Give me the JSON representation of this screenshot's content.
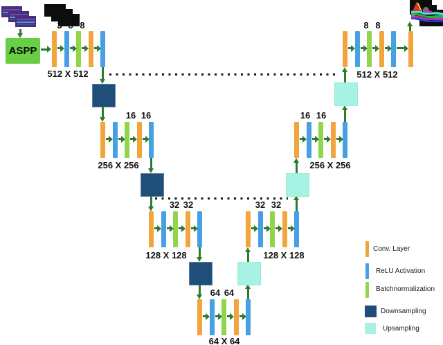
{
  "aspp": {
    "label": "ASPP"
  },
  "encoder": {
    "block1": {
      "channels": [
        "3",
        "8",
        "8"
      ],
      "size": "512 X 512"
    },
    "block2": {
      "channels": [
        "16",
        "16"
      ],
      "size": "256 X 256"
    },
    "block3": {
      "channels": [
        "32",
        "32"
      ],
      "size": "128 X 128"
    }
  },
  "bottleneck": {
    "channels": [
      "64",
      "64"
    ],
    "size": "64 X 64"
  },
  "decoder": {
    "block3": {
      "channels": [
        "32",
        "32"
      ],
      "size": "128 X 128"
    },
    "block2": {
      "channels": [
        "16",
        "16"
      ],
      "size": "256 X 256"
    },
    "block1": {
      "channels": [
        "8",
        "8"
      ],
      "size": "512 X 512"
    }
  },
  "legend": {
    "conv": {
      "label": "Conv. Layer",
      "color": "#F2A53C"
    },
    "relu": {
      "label": "ReLU Activation",
      "color": "#47A0E3"
    },
    "batchnorm": {
      "label": "Batchnormalization",
      "color": "#90D54A"
    },
    "downsampling": {
      "label": "Downsampling",
      "color": "#1F4E79"
    },
    "upsampling": {
      "label": "Upsampling",
      "color": "#A6F3E4"
    }
  },
  "colors": {
    "arrow": "#2D7B30",
    "aspp_box": "#68CE45",
    "background": "#FFFFFF"
  }
}
